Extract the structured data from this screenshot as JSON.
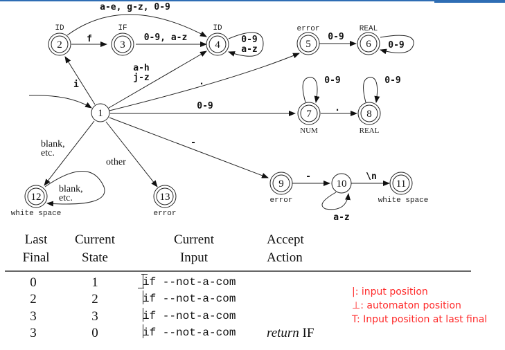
{
  "colors": {
    "accent_bar": "#2e6db4",
    "legend_text": "#ff2a2a",
    "ink": "#111111"
  },
  "diagram": {
    "states": [
      {
        "id": "1",
        "tag": "",
        "accepting": false
      },
      {
        "id": "2",
        "tag": "ID",
        "accepting": true
      },
      {
        "id": "3",
        "tag": "IF",
        "accepting": true
      },
      {
        "id": "4",
        "tag": "ID",
        "accepting": true
      },
      {
        "id": "5",
        "tag": "error",
        "accepting": true
      },
      {
        "id": "6",
        "tag": "REAL",
        "accepting": true
      },
      {
        "id": "7",
        "tag": "NUM",
        "accepting": true
      },
      {
        "id": "8",
        "tag": "REAL",
        "accepting": true
      },
      {
        "id": "9",
        "tag": "error",
        "accepting": true
      },
      {
        "id": "10",
        "tag": "",
        "accepting": false
      },
      {
        "id": "11",
        "tag": "white space",
        "accepting": true
      },
      {
        "id": "12",
        "tag": "white space",
        "accepting": true
      },
      {
        "id": "13",
        "tag": "error",
        "accepting": true
      }
    ],
    "edges": [
      {
        "from": "1",
        "to": "2",
        "label": "i"
      },
      {
        "from": "2",
        "to": "3",
        "label": "f"
      },
      {
        "from": "2",
        "to": "4",
        "label": "a-e, g-z, 0-9"
      },
      {
        "from": "3",
        "to": "4",
        "label": "0-9, a-z"
      },
      {
        "from": "1",
        "to": "4",
        "label_line1": "a-h",
        "label_line2": "j-z"
      },
      {
        "from": "4",
        "to": "4",
        "label_line1": "0-9",
        "label_line2": "a-z"
      },
      {
        "from": "1",
        "to": "5",
        "label": "."
      },
      {
        "from": "5",
        "to": "6",
        "label": "0-9"
      },
      {
        "from": "6",
        "to": "6",
        "label": "0-9"
      },
      {
        "from": "1",
        "to": "7",
        "label": "0-9"
      },
      {
        "from": "7",
        "to": "7",
        "label": "0-9"
      },
      {
        "from": "7",
        "to": "8",
        "label": "."
      },
      {
        "from": "8",
        "to": "8",
        "label": "0-9"
      },
      {
        "from": "1",
        "to": "9",
        "label": "-"
      },
      {
        "from": "9",
        "to": "10",
        "label": "-"
      },
      {
        "from": "10",
        "to": "10",
        "label": "a-z"
      },
      {
        "from": "10",
        "to": "11",
        "label": "\\n"
      },
      {
        "from": "1",
        "to": "12",
        "label_line1": "blank,",
        "label_line2": "etc."
      },
      {
        "from": "12",
        "to": "12",
        "label_line1": "blank,",
        "label_line2": "etc."
      },
      {
        "from": "1",
        "to": "13",
        "label": "other"
      }
    ]
  },
  "trace_table": {
    "headers": [
      {
        "line1": "Last",
        "line2": "Final"
      },
      {
        "line1": "Current",
        "line2": "State"
      },
      {
        "line1": "Current",
        "line2": "Input"
      },
      {
        "line1": "Accept",
        "line2": "Action"
      }
    ],
    "rows": [
      {
        "last_final": "0",
        "current_state": "1",
        "input": "if --not-a-com",
        "action_italic": "",
        "action": ""
      },
      {
        "last_final": "2",
        "current_state": "2",
        "input": "if --not-a-com",
        "action_italic": "",
        "action": ""
      },
      {
        "last_final": "3",
        "current_state": "3",
        "input": "if --not-a-com",
        "action_italic": "",
        "action": ""
      },
      {
        "last_final": "3",
        "current_state": "0",
        "input": "if --not-a-com",
        "action_italic": "return",
        "action": "IF"
      }
    ]
  },
  "legend": [
    "|:  input position",
    "⊥: automaton position",
    "T: Input position at last final"
  ]
}
